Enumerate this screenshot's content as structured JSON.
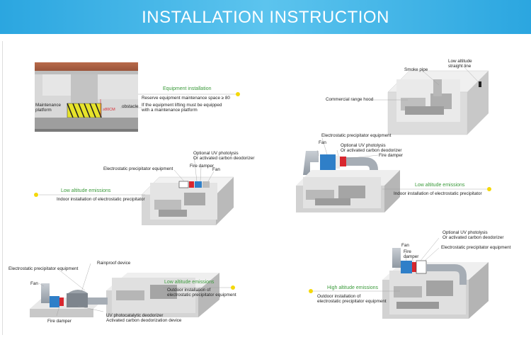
{
  "header": {
    "title": "INSTALLATION INSTRUCTION"
  },
  "panel1": {
    "equipment_installation": "Equipment installation",
    "reserve_space": "Reserve equipment maintenance space ≥ 80",
    "lifting_note_1": "If the equipment lifting must be equipped",
    "lifting_note_2": "with a maintenance platform",
    "maintenance_platform_1": "Maintenance",
    "maintenance_platform_2": "platform",
    "obstacle": "obstacle",
    "dimension": "≥80CM"
  },
  "panel2": {
    "smoke_pipe": "Smoke pipe",
    "low_altitude_straight_1": "Low altitude",
    "low_altitude_straight_2": "straight line",
    "commercial_range_hood": "Commercial range hood"
  },
  "panel3": {
    "optional_uv_1": "Optional UV photolysis",
    "optional_uv_2": "Or activated carbon deodorizer",
    "esp_equipment": "Electrostatic precipitator equipment",
    "fire_damper": "Fire damper",
    "fan": "Fan",
    "low_altitude_emissions": "Low altitude emissions",
    "indoor_installation": "Indoor installation of electrostatic precipitator"
  },
  "panel4": {
    "esp_equipment": "Electrostatic precipitator equipment",
    "fan": "Fan",
    "optional_uv_1": "Optional UV photolysis",
    "optional_uv_2": "Or activated carbon deodorizer",
    "fire_damper": "Fire damper",
    "low_altitude_emissions": "Low altitude emissions",
    "indoor_installation": "Indoor installation of electrostatic precipitator"
  },
  "panel5": {
    "esp_equipment": "Electrostatic precipitator equipment",
    "rainproof_device": "Rainproof device",
    "fan": "Fan",
    "low_altitude_emissions": "Low altitude emissions",
    "outdoor_installation_1": "Outdoor installation of",
    "outdoor_installation_2": "electrostatic precipitator equipment",
    "uv_deodorizer": "UV photocatalytic deodorizer",
    "carbon_device": "Activated carbon deodorization device",
    "fire_damper": "Fire damper"
  },
  "panel6": {
    "optional_uv_1": "Optional UV photolysis",
    "optional_uv_2": "Or activated carbon deodorizer",
    "fan": "Fan",
    "fire_damper_1": "Fire",
    "fire_damper_2": "damper",
    "esp_equipment": "Electrostatic precipitator equipment",
    "high_altitude_emissions": "High altitude emissions",
    "outdoor_installation_1": "Outdoor installation of",
    "outdoor_installation_2": "electrostatic precipitator equipment"
  },
  "colors": {
    "header": "#2ba6e0",
    "green_label": "#3a9a3a",
    "dot": "#f4d80a",
    "fire_damper": "#d8262e",
    "esp_unit": "#2f7fc8"
  }
}
